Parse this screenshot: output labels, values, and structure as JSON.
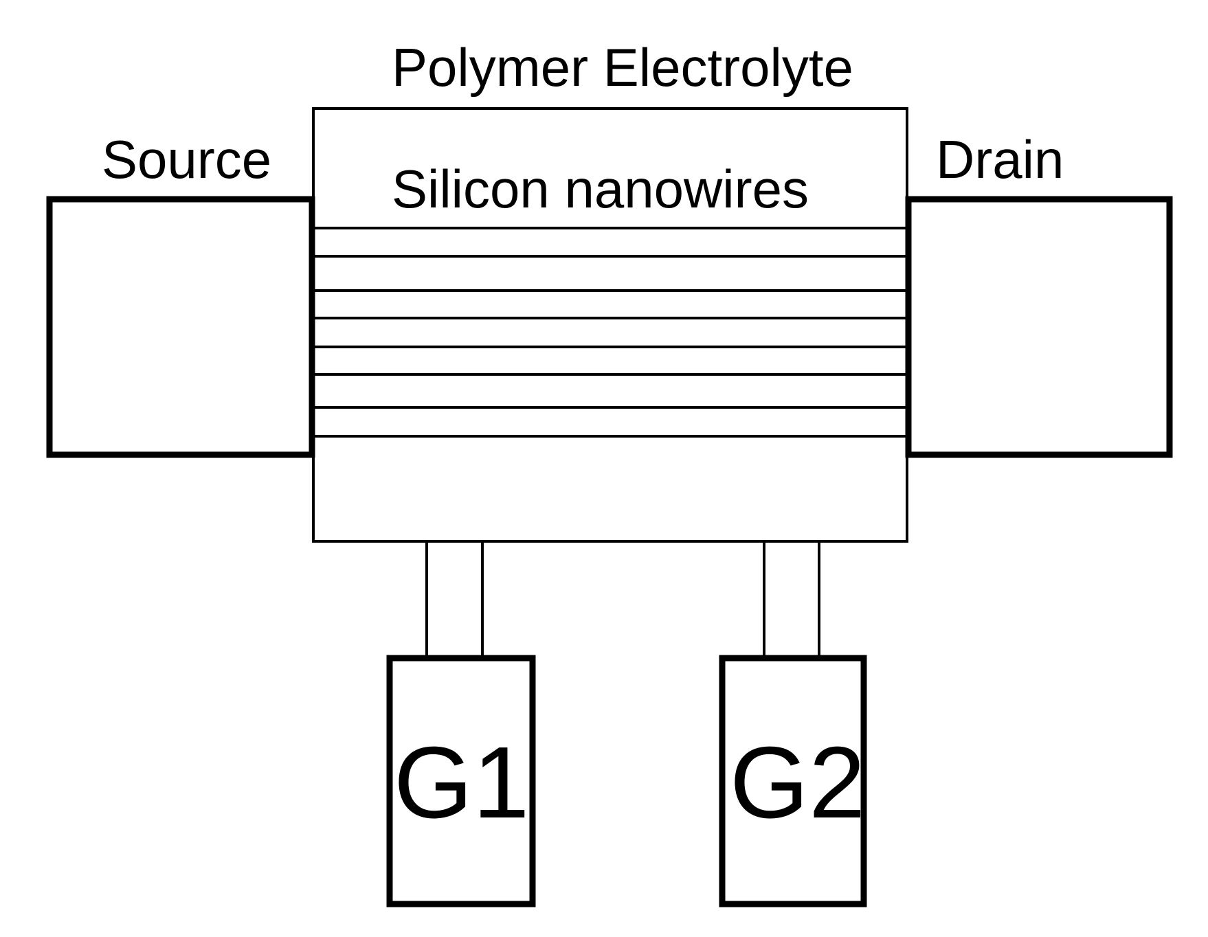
{
  "labels": {
    "electrolyte": "Polymer Electrolyte",
    "source": "Source",
    "drain": "Drain",
    "nanowires": "Silicon nanowires",
    "gate1": "G1",
    "gate2": "G2"
  },
  "nanowire_count": 7,
  "colors": {
    "stroke": "#000000",
    "background": "#ffffff"
  }
}
